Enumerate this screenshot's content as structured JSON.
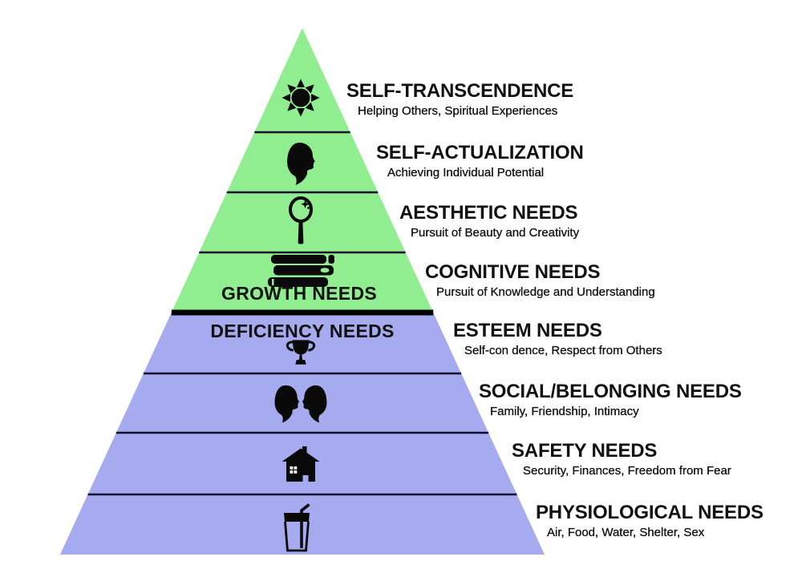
{
  "diagram": {
    "growth_group_label": "GROWTH NEEDS",
    "deficiency_group_label": "DEFICIENCY NEEDS"
  },
  "colors": {
    "growth": "#90ee90",
    "deficiency": "#a6aaee",
    "divider": "#0b0b2e",
    "thick_divider": "#000000"
  },
  "levels": [
    {
      "title": "SELF-TRANSCENDENCE",
      "subtitle": "Helping Others, Spiritual Experiences",
      "icon": "sun-icon",
      "group": "growth"
    },
    {
      "title": "SELF-ACTUALIZATION",
      "subtitle": "Achieving Individual Potential",
      "icon": "head-profile-icon",
      "group": "growth"
    },
    {
      "title": "AESTHETIC NEEDS",
      "subtitle": "Pursuit of Beauty and Creativity",
      "icon": "hand-mirror-icon",
      "group": "growth"
    },
    {
      "title": "COGNITIVE NEEDS",
      "subtitle": "Pursuit of Knowledge and Understanding",
      "icon": "book-stack-icon",
      "group": "growth"
    },
    {
      "title": "ESTEEM NEEDS",
      "subtitle": "Self-con dence, Respect from Others",
      "icon": "trophy-icon",
      "group": "deficiency"
    },
    {
      "title": "SOCIAL/BELONGING NEEDS",
      "subtitle": "Family, Friendship, Intimacy",
      "icon": "two-heads-icon",
      "group": "deficiency"
    },
    {
      "title": "SAFETY NEEDS",
      "subtitle": "Security, Finances, Freedom from Fear",
      "icon": "house-icon",
      "group": "deficiency"
    },
    {
      "title": "PHYSIOLOGICAL NEEDS",
      "subtitle": "Air, Food, Water, Shelter, Sex",
      "icon": "drink-cup-icon",
      "group": "deficiency"
    }
  ]
}
